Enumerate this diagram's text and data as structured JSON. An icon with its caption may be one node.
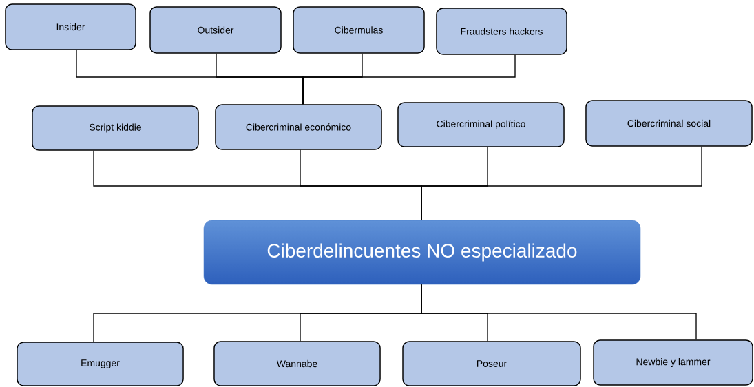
{
  "diagram": {
    "nodes": [
      {
        "text": [
          "Insider"
        ]
      },
      {
        "text": [
          "Outsider"
        ]
      },
      {
        "text": [
          "Cibermulas"
        ]
      },
      {
        "text": [
          "Fraudsters hackers"
        ]
      },
      {
        "text": [
          "Script kiddie"
        ]
      },
      {
        "text": [
          "Cibercriminal económico"
        ]
      },
      {
        "text": [
          "Cibercriminal político"
        ]
      },
      {
        "text": [
          "Cibercriminal social"
        ]
      },
      {
        "text": [
          "Ciberdelincuentes NO especializado"
        ]
      },
      {
        "text": [
          "Emugger"
        ]
      },
      {
        "text": [
          "Wannabe"
        ]
      },
      {
        "text": [
          "Poseur"
        ]
      },
      {
        "text": [
          "Newbie y lammer"
        ]
      }
    ],
    "edges": [
      {
        "from": 0,
        "to": 5,
        "arrow": "none"
      },
      {
        "from": 1,
        "to": 5,
        "arrow": "none"
      },
      {
        "from": 2,
        "to": 5,
        "arrow": "none"
      },
      {
        "from": 3,
        "to": 5,
        "arrow": "none"
      },
      {
        "from": 4,
        "to": 8,
        "arrow": "none"
      },
      {
        "from": 5,
        "to": 8,
        "arrow": "none"
      },
      {
        "from": 6,
        "to": 8,
        "arrow": "none"
      },
      {
        "from": 7,
        "to": 8,
        "arrow": "none"
      },
      {
        "from": 8,
        "to": 9,
        "arrow": "none"
      },
      {
        "from": 8,
        "to": 10,
        "arrow": "none"
      },
      {
        "from": 8,
        "to": 11,
        "arrow": "none"
      },
      {
        "from": 8,
        "to": 12,
        "arrow": "none"
      }
    ]
  }
}
